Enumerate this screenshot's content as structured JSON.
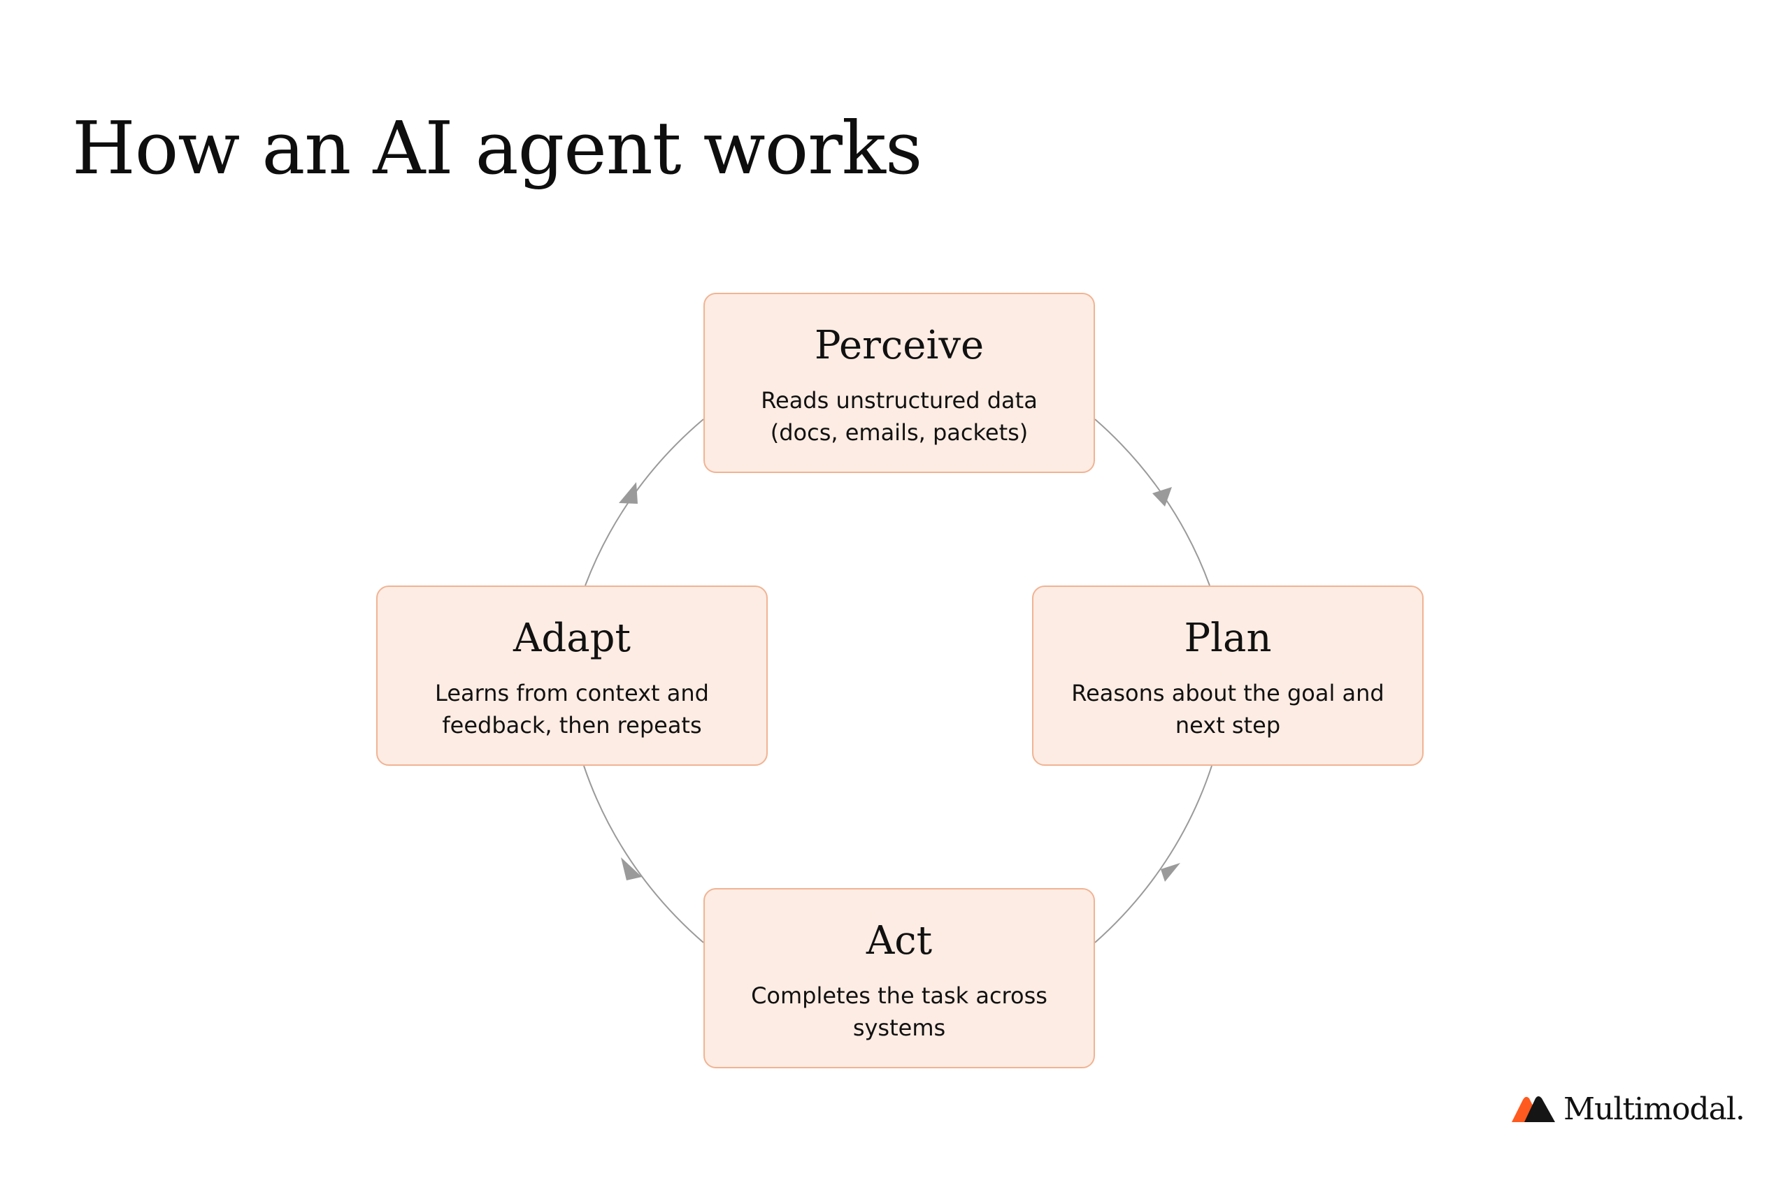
{
  "title": "How an AI agent works",
  "cycle": [
    {
      "id": "perceive",
      "title": "Perceive",
      "description": "Reads unstructured data (docs, emails, packets)"
    },
    {
      "id": "plan",
      "title": "Plan",
      "description": "Reasons about the goal and next step"
    },
    {
      "id": "act",
      "title": "Act",
      "description": "Completes the task across systems"
    },
    {
      "id": "adapt",
      "title": "Adapt",
      "description": "Learns from context and feedback, then repeats"
    }
  ],
  "flow": [
    "perceive → plan",
    "plan → act",
    "act → adapt",
    "adapt → perceive"
  ],
  "brand": {
    "name": "Multimodal.",
    "logo_icon": "multimodal-logo-icon"
  },
  "colors": {
    "node_fill": "#fdece3",
    "node_border": "#f1b393",
    "connector": "#9a9a9a",
    "logo_orange": "#ff5a1f",
    "logo_dark": "#151515"
  }
}
